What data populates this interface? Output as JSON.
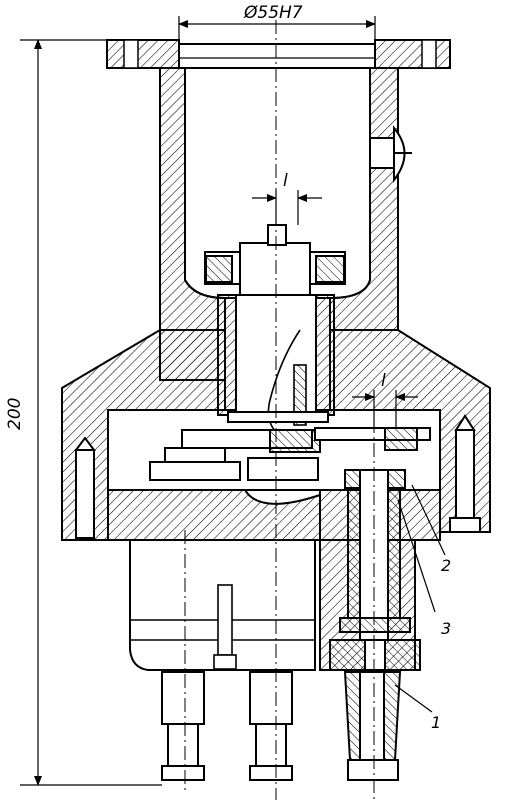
{
  "dimensions": {
    "bore_diameter": "Ø55H7",
    "overall_height": "200",
    "offset_upper": "l",
    "offset_lower": "l"
  },
  "callouts": {
    "part_1": "1",
    "part_2": "2",
    "part_3": "3"
  },
  "colors": {
    "ink": "#000000",
    "paper": "#ffffff"
  }
}
